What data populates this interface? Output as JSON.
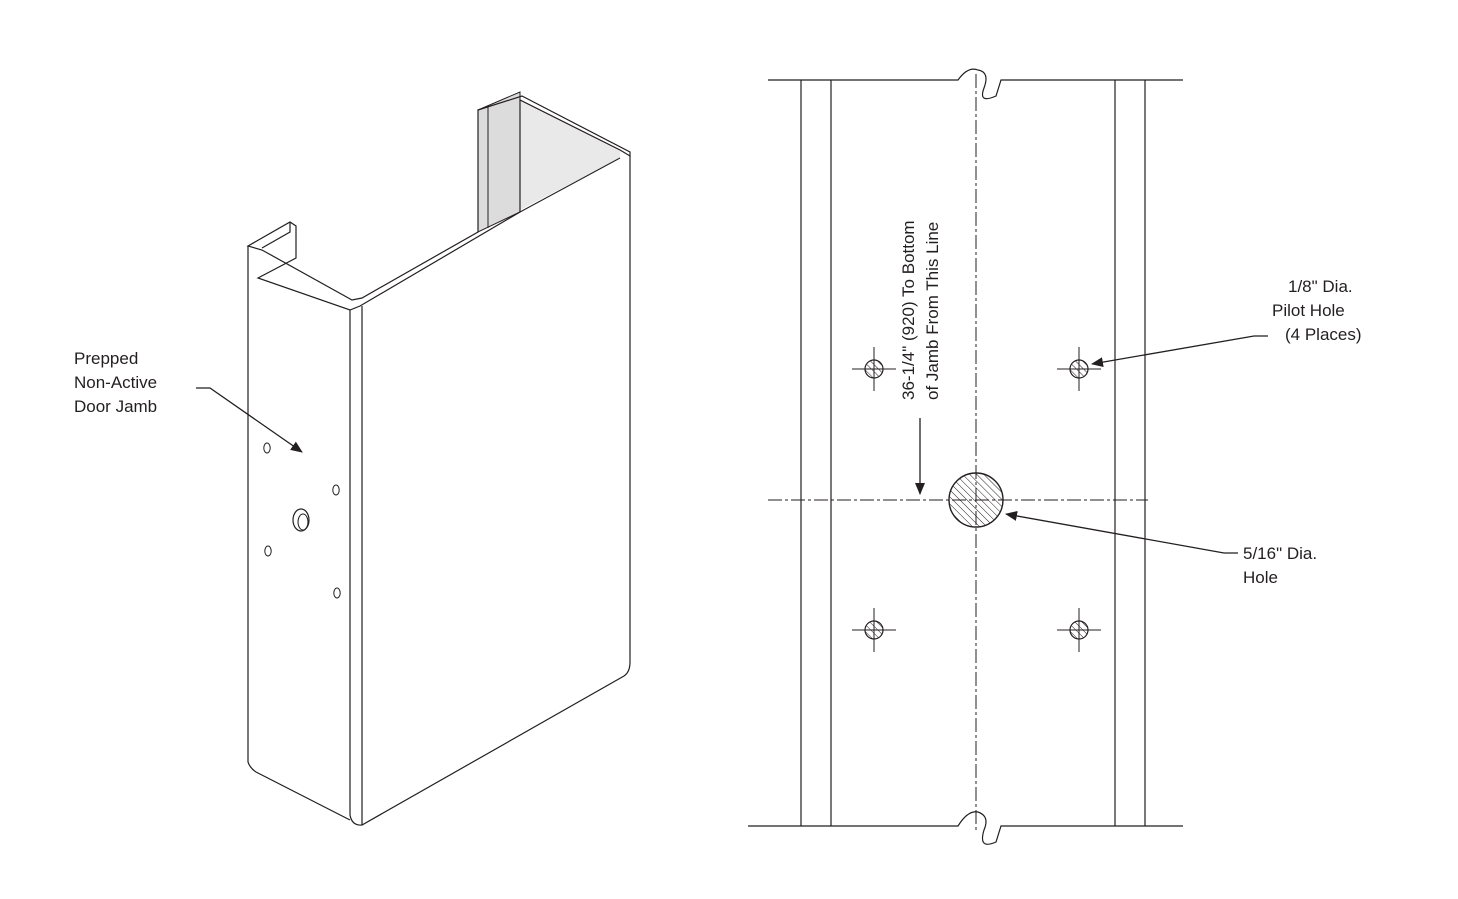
{
  "callouts": {
    "jamb_line1": "Prepped",
    "jamb_line2": "Non-Active",
    "jamb_line3": "Door Jamb",
    "dim_line1": "36-1/4\" (920) To Bottom",
    "dim_line2": "of Jamb From This Line",
    "pilot_line1": "1/8\" Dia.",
    "pilot_line2": "Pilot Hole",
    "pilot_line3": "(4 Places)",
    "hole_line1": "5/16\" Dia.",
    "hole_line2": "Hole"
  },
  "colors": {
    "line": "#231f20",
    "inner_face": "#e9e9ea",
    "flange_fill": "#dcdcdd"
  }
}
